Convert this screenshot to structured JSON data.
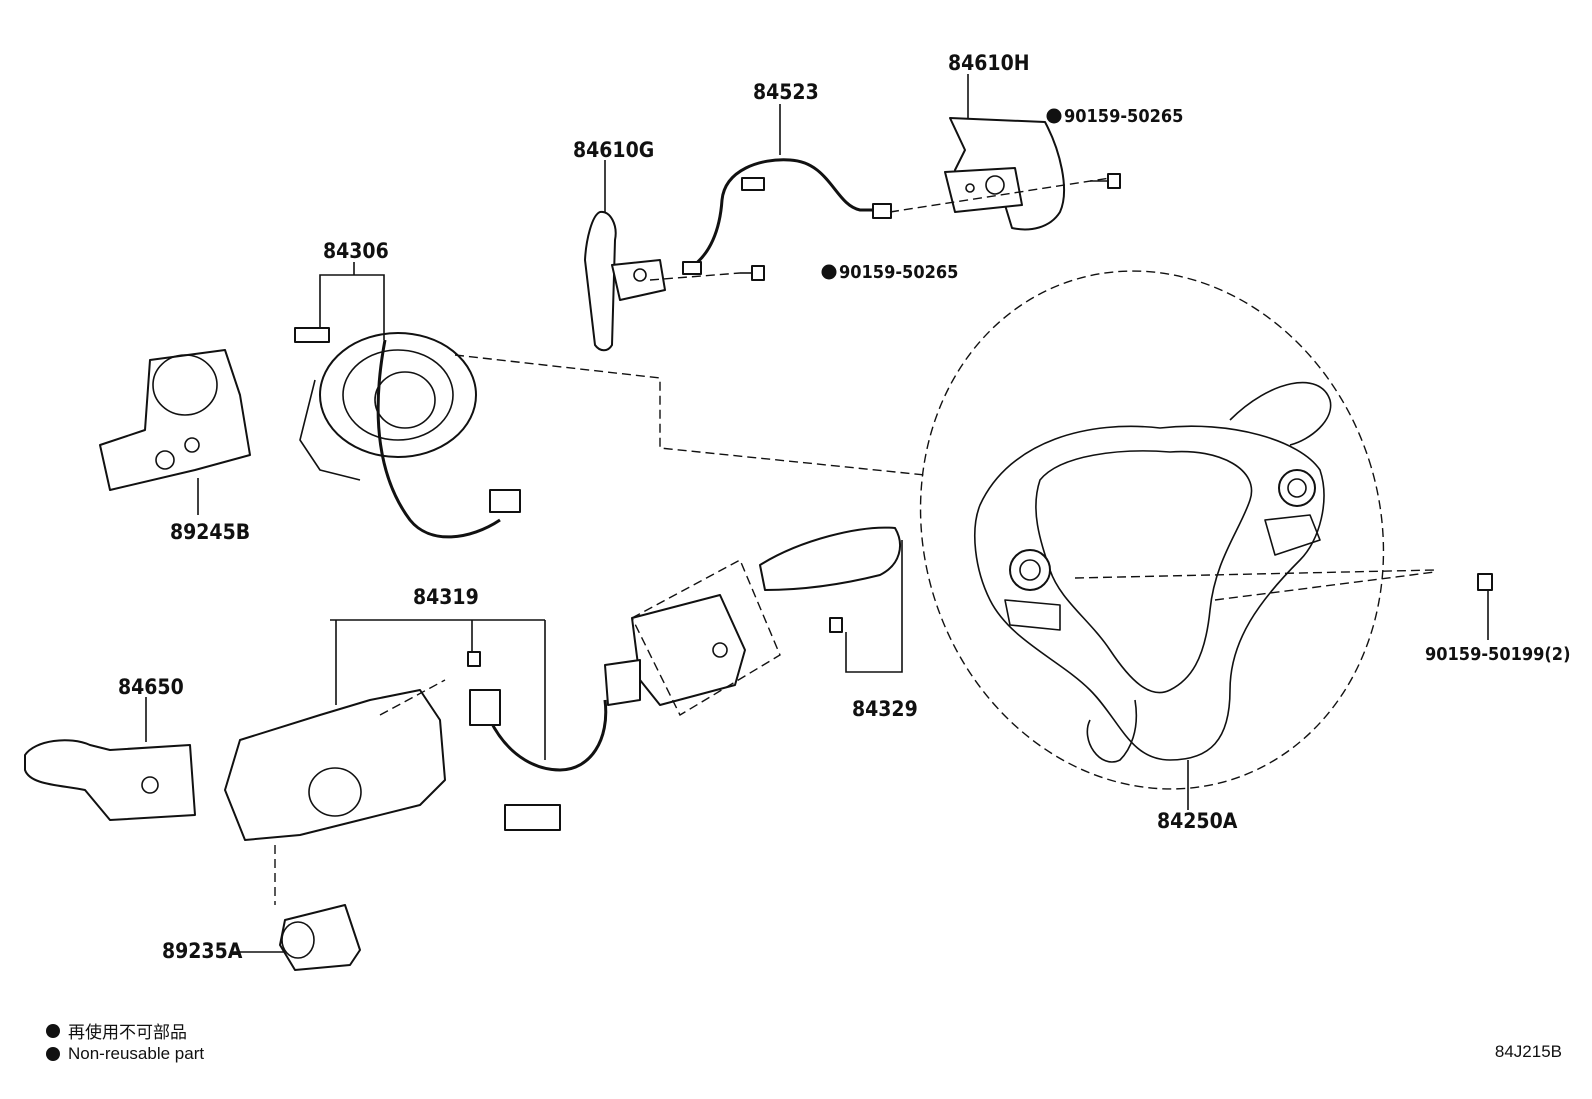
{
  "labels": {
    "p84610H": "84610H",
    "p84523": "84523",
    "p84610G": "84610G",
    "bolt_top": "90159-50265",
    "bolt_mid": "90159-50265",
    "p84306": "84306",
    "p89245B": "89245B",
    "p84319": "84319",
    "p84329": "84329",
    "p84650": "84650",
    "p89235A": "89235A",
    "p84250A": "84250A",
    "bolt_wheel": "90159-50199(2)"
  },
  "legend": {
    "line1": "再使用不可部品",
    "line2": "Non-reusable part"
  },
  "diagram_code": "84J215B"
}
